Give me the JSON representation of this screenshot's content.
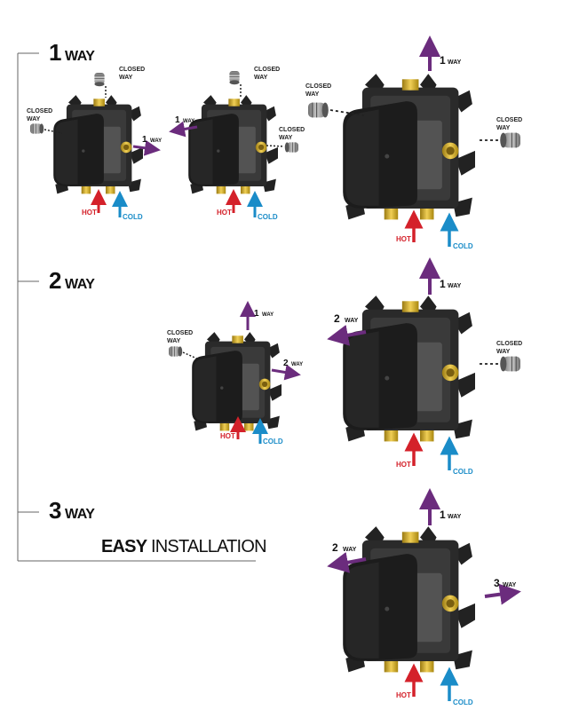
{
  "sections": [
    {
      "number": "1",
      "word": "WAY"
    },
    {
      "number": "2",
      "word": "WAY"
    },
    {
      "number": "3",
      "word": "WAY"
    }
  ],
  "footer": {
    "bold": "EASY",
    "light": "INSTALLATION"
  },
  "labels": {
    "closed": "CLOSED",
    "way": "WAY",
    "hot": "HOT",
    "cold": "COLD",
    "one": "1",
    "two": "2",
    "three": "3"
  },
  "colors": {
    "hot": "#d4212a",
    "cold": "#1a8cc8",
    "outlet": "#6b2c7d",
    "valve": "#1c1c1c",
    "brass": "#c9a227",
    "cap": "#8e8e8e"
  }
}
